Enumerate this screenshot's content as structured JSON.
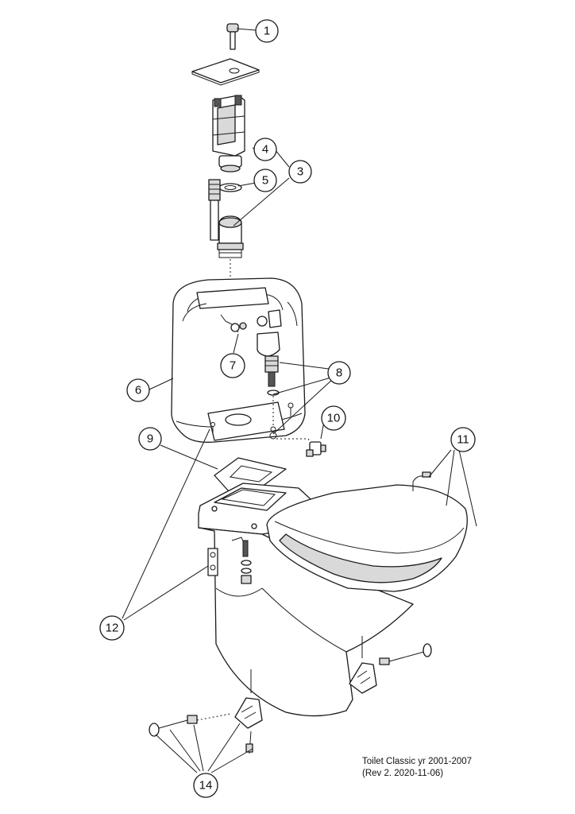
{
  "callouts": [
    {
      "id": "c1",
      "label": "1"
    },
    {
      "id": "c3",
      "label": "3"
    },
    {
      "id": "c4",
      "label": "4"
    },
    {
      "id": "c5",
      "label": "5"
    },
    {
      "id": "c6",
      "label": "6"
    },
    {
      "id": "c7",
      "label": "7"
    },
    {
      "id": "c8",
      "label": "8"
    },
    {
      "id": "c9",
      "label": "9"
    },
    {
      "id": "c10",
      "label": "10"
    },
    {
      "id": "c11",
      "label": "11"
    },
    {
      "id": "c12",
      "label": "12"
    },
    {
      "id": "c14",
      "label": "14"
    }
  ],
  "caption": {
    "line1": "Toilet Classic yr 2001-2007",
    "line2": "(Rev 2. 2020-11-06)"
  }
}
